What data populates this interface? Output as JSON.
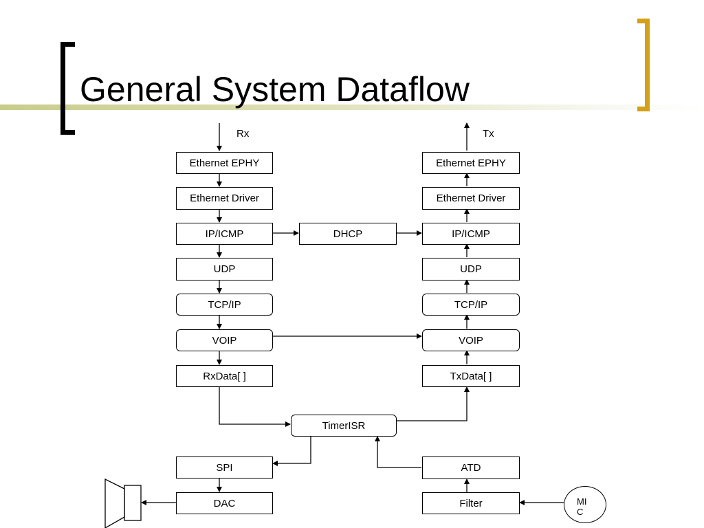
{
  "slide": {
    "title": "General System Dataflow"
  },
  "io": {
    "rx_label": "Rx",
    "tx_label": "Tx"
  },
  "rx_chain": {
    "ethernet_ephy": "Ethernet EPHY",
    "ethernet_driver": "Ethernet Driver",
    "ip_icmp": "IP/ICMP",
    "udp": "UDP",
    "tcp_ip": "TCP/IP",
    "voip": "VOIP",
    "rxdata": "RxData[ ]"
  },
  "tx_chain": {
    "ethernet_ephy": "Ethernet EPHY",
    "ethernet_driver": "Ethernet Driver",
    "ip_icmp": "IP/ICMP",
    "udp": "UDP",
    "tcp_ip": "TCP/IP",
    "voip": "VOIP",
    "txdata": "TxData[ ]"
  },
  "middle": {
    "dhcp": "DHCP",
    "timer_isr": "TimerISR"
  },
  "audio_out": {
    "spi": "SPI",
    "dac": "DAC"
  },
  "audio_in": {
    "atd": "ATD",
    "filter": "Filter",
    "mic": "MIC"
  },
  "colors": {
    "title_bar": "#c8cc8a",
    "right_bracket": "#d4a017",
    "left_bracket": "#000000"
  }
}
